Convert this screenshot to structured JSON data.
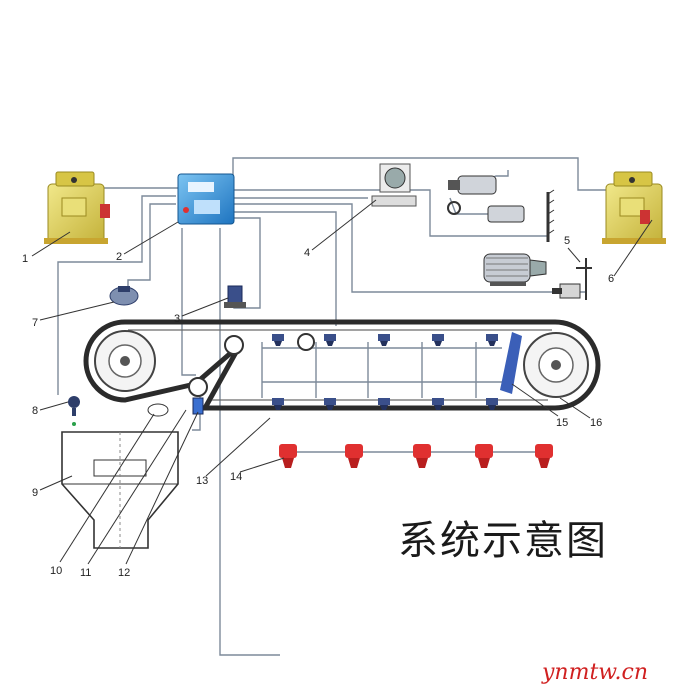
{
  "caption": "系统示意图",
  "watermark": "ynmtw.cn",
  "callouts": [
    "1",
    "2",
    "3",
    "4",
    "5",
    "6",
    "7",
    "8",
    "9",
    "10",
    "11",
    "12",
    "13",
    "14",
    "15",
    "16"
  ],
  "colors": {
    "wire": "#7d8a9a",
    "belt": "#2b2b2b",
    "cabinet": "#d8c84a",
    "controller": "#2a8fd8",
    "sprinkler": "#e03030",
    "nozzle": "#3a4f8a"
  }
}
